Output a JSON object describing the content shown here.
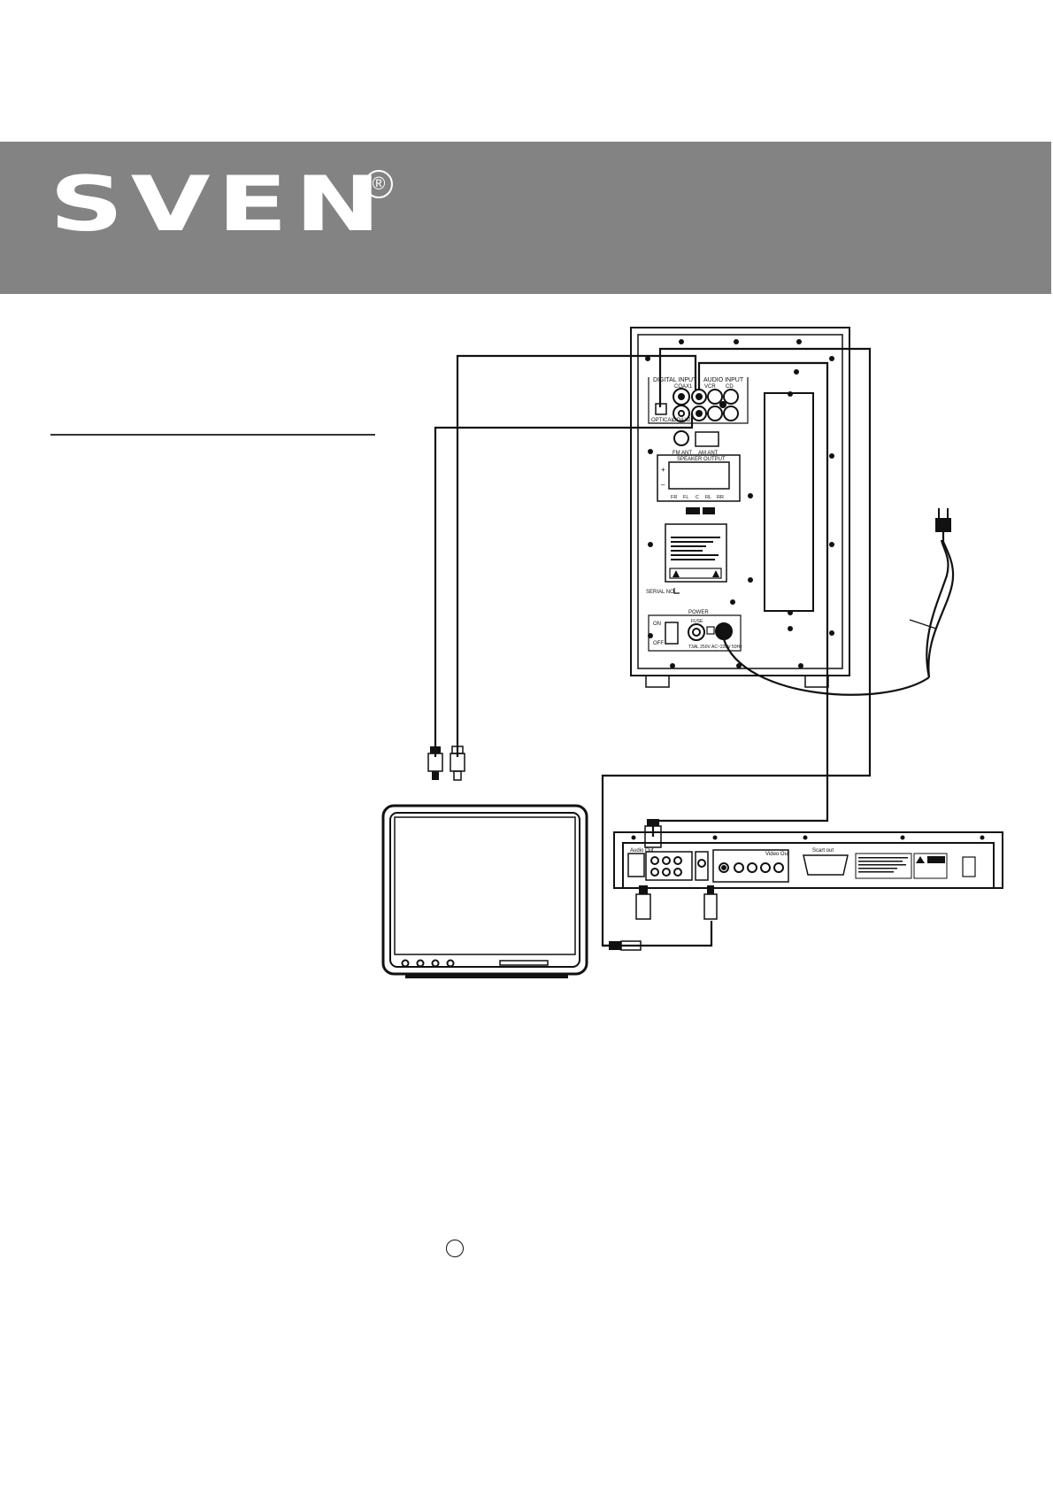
{
  "brand": {
    "logo_text": "SVEN",
    "registered_mark": "®"
  },
  "subwoofer_panel": {
    "digital_input_label": "DIGITAL INPUT",
    "audio_input_label": "AUDIO INPUT",
    "coax1_label": "COAX1",
    "coax2_label": "COAX2",
    "optical_label": "OPTICAL",
    "vcr_label": "VCR",
    "cd_label": "CD",
    "fm_ant_label": "FM ANT",
    "am_ant_label": "AM ANT",
    "speaker_output_label": "SPEAKER OUTPUT",
    "speaker_channels": [
      "FR",
      "FL",
      "C",
      "RL",
      "RR"
    ],
    "serial_no_label": "SERIAL NO.",
    "power_label": "POWER",
    "on_label": "ON",
    "off_label": "OFF",
    "fuse_label": "FUSE",
    "fuse_rating": "T3AL 250V",
    "mains_label": "AC~220V 50Hz"
  },
  "dvd_panel": {
    "audio_out_label": "Audio Out",
    "video_out_label": "Video Out",
    "scart_label": "Scart out"
  },
  "colors": {
    "header_band": "#838383",
    "line": "#111111"
  }
}
